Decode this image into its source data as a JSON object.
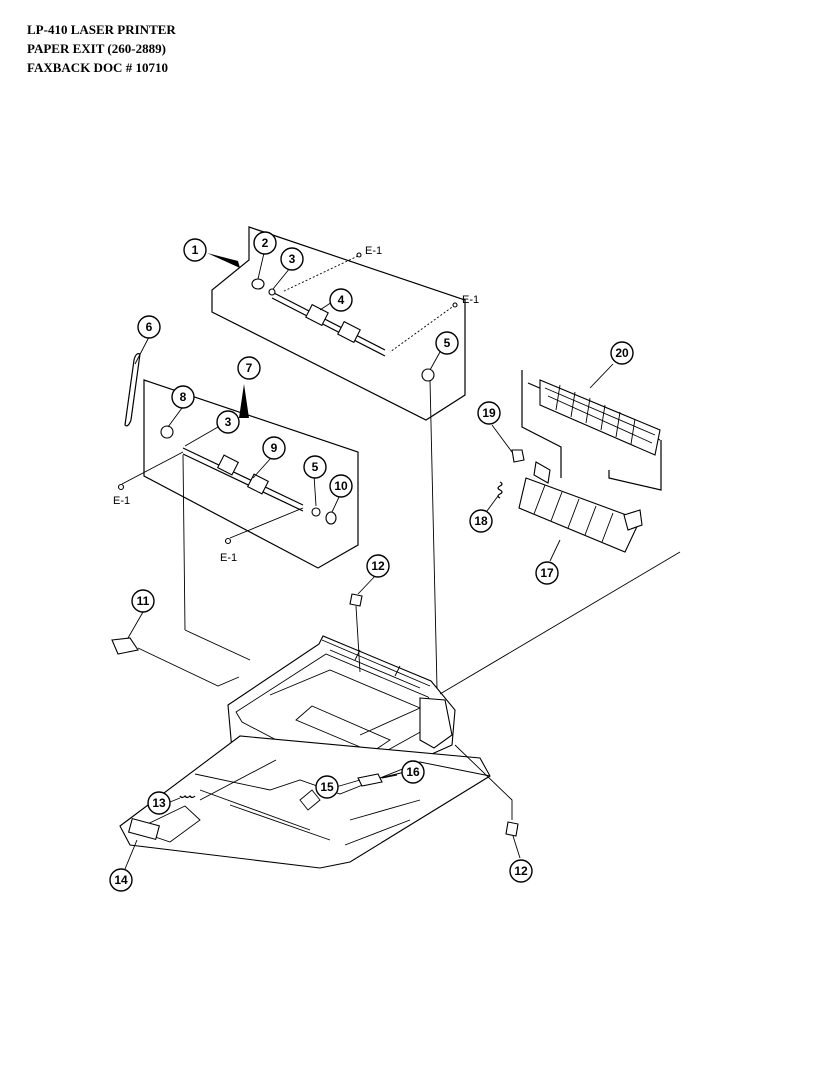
{
  "header": {
    "line1": "LP-410 LASER PRINTER",
    "line2": "PAPER EXIT  (260-2889)",
    "line3": "FAXBACK DOC # 10710"
  },
  "callouts": {
    "c1": "1",
    "c2": "2",
    "c3a": "3",
    "c4": "4",
    "c5a": "5",
    "c6": "6",
    "c7": "7",
    "c8": "8",
    "c3b": "3",
    "c9": "9",
    "c5b": "5",
    "c10": "10",
    "c11": "11",
    "c12a": "12",
    "c12b": "12",
    "c13": "13",
    "c14": "14",
    "c15": "15",
    "c16": "16",
    "c17": "17",
    "c18": "18",
    "c19": "19",
    "c20": "20"
  },
  "refs": {
    "e1a": "E-1",
    "e1b": "E-1",
    "e1c": "E-1",
    "e1d": "E-1"
  }
}
